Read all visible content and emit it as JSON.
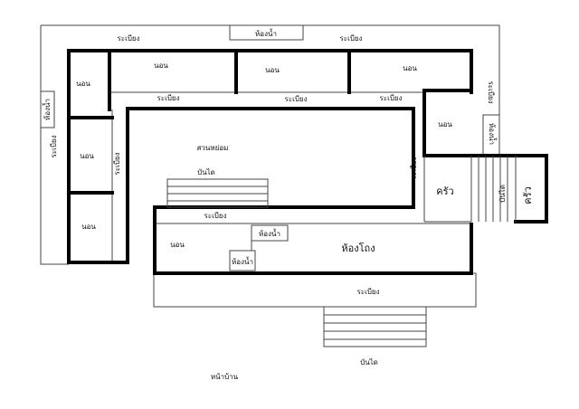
{
  "labels": {
    "veranda_top_left": "ระเบียง",
    "veranda_top_right": "ระเบียง",
    "bathroom_top": "ห้องน้ำ",
    "bedroom_1": "นอน",
    "bedroom_2": "นอน",
    "bedroom_3": "นอน",
    "bedroom_left_top": "นอน",
    "bedroom_left_mid": "นอน",
    "bedroom_left_bottom": "นอน",
    "veranda_inner_1": "ระเบียง",
    "veranda_inner_2": "ระเบียง",
    "veranda_inner_3": "ระเบียง",
    "bathroom_left": "ห้องน้ำ",
    "veranda_left": "ระเบียง",
    "veranda_left_inner": "ระเบียง",
    "veranda_right_top": "ระเบียง",
    "bathroom_right": "ห้องน้ำ",
    "bedroom_right": "นอน",
    "garden_label": "สวนหย่อม",
    "stairs_center_label": "บันได",
    "veranda_mid": "ระเบียง",
    "veranda_courtyard": "ระเบียง",
    "kitchen_left": "ครัว",
    "kitchen_right": "ครัว",
    "stairs_right_label": "บันได",
    "bedroom_bottom": "นอน",
    "bathroom_bottom_1": "ห้องน้ำ",
    "bathroom_bottom_2": "ห้องน้ำ",
    "hall_label": "ห้องโถง",
    "veranda_bottom": "ระเบียง",
    "stairs_bottom_label": "บันได",
    "house_front": "หน้าบ้าน"
  }
}
